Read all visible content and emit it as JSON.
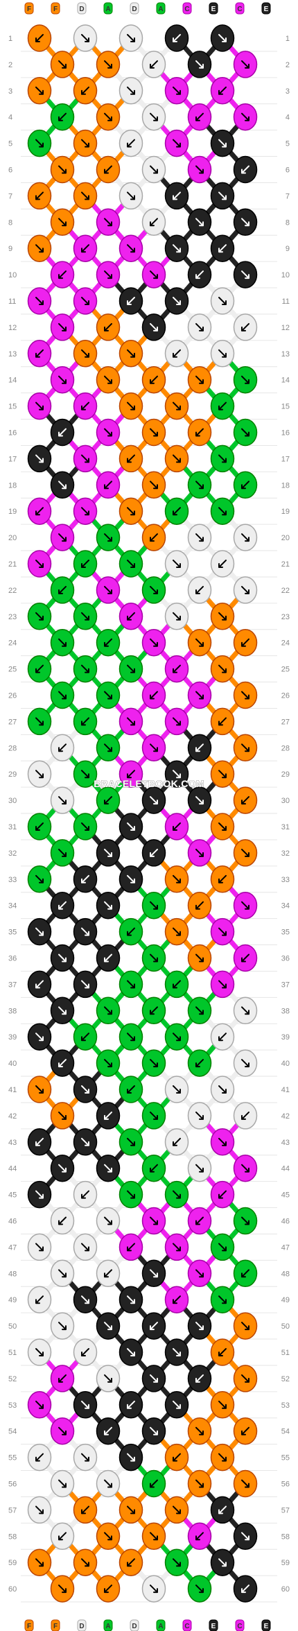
{
  "watermark": "BRACELETBOOK.COM",
  "strings": {
    "labels": [
      "F",
      "F",
      "D",
      "A",
      "D",
      "A",
      "C",
      "E",
      "C",
      "E"
    ],
    "colors": {
      "A": "#00c62a",
      "C": "#ee22ee",
      "D": "#eeeeee",
      "E": "#222222",
      "F": "#ff8a00"
    }
  },
  "pattern": {
    "rows": 60,
    "row_labels": [
      "1",
      "2",
      "3",
      "4",
      "5",
      "6",
      "7",
      "8",
      "9",
      "10",
      "11",
      "12",
      "13",
      "14",
      "15",
      "16",
      "17",
      "18",
      "19",
      "20",
      "21",
      "22",
      "23",
      "24",
      "25",
      "26",
      "27",
      "28",
      "29",
      "30",
      "31",
      "32",
      "33",
      "34",
      "35",
      "36",
      "37",
      "38",
      "39",
      "40",
      "41",
      "42",
      "43",
      "44",
      "45",
      "46",
      "47",
      "48",
      "49",
      "50",
      "51",
      "52",
      "53",
      "54",
      "55",
      "56",
      "57",
      "58",
      "59",
      "60"
    ],
    "knots": [
      "FDDEE",
      "FFDEC",
      "FFDCC",
      "AFDCC",
      "AFDCE",
      "FFDCE",
      "FFDEE",
      "FCDEE",
      "FCCEE",
      "CCCEE",
      "CCEED",
      "CFEDD",
      "CFFDD",
      "CFFFA",
      "CCFFA",
      "ECFFA",
      "ECFFA",
      "ECFAA",
      "CCFAA",
      "CAFDD",
      "CAADD",
      "ACADD",
      "AACDF",
      "AACFF",
      "AAACF",
      "AACCF",
      "AACCF",
      "DACEF",
      "DACEF",
      "DAEEF",
      "AAECF",
      "AEECF",
      "AEEFF",
      "EEAFC",
      "EEAFC",
      "EEAFC",
      "EEAAC",
      "EAAAD",
      "EAAAD",
      "EAAAD",
      "FEADD",
      "FEADD",
      "EEADC",
      "EEADC",
      "EDAAC",
      "DDCCA",
      "DDCCA",
      "DDECA",
      "DEECA",
      "DEEEF",
      "DDEEF",
      "CDEEF",
      "CEEEF",
      "CEEFF",
      "DDEFF",
      "DDAFF",
      "DFFFE",
      "DFFCE",
      "FFFAE",
      "FFDAE"
    ]
  }
}
